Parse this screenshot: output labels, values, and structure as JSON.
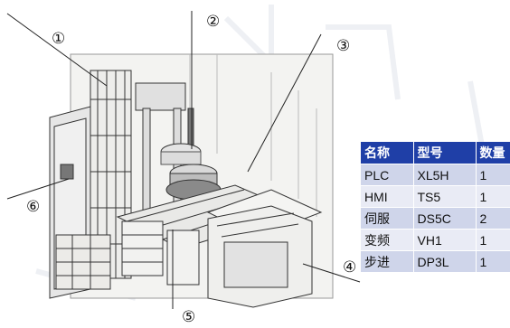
{
  "callouts": [
    "①",
    "②",
    "③",
    "④",
    "⑤",
    "⑥"
  ],
  "table": {
    "headers": [
      "名称",
      "型号",
      "数量"
    ],
    "rows": [
      [
        "PLC",
        "XL5H",
        "1"
      ],
      [
        "HMI",
        "TS5",
        "1"
      ],
      [
        "伺服",
        "DS5C",
        "2"
      ],
      [
        "变频",
        "VH1",
        "1"
      ],
      [
        "步进",
        "DP3L",
        "1"
      ]
    ]
  },
  "colors": {
    "header_bg": "#1f3fa7",
    "row_odd": "#cfd5ea",
    "row_even": "#e9ebf5",
    "sketch_line": "#333333"
  }
}
